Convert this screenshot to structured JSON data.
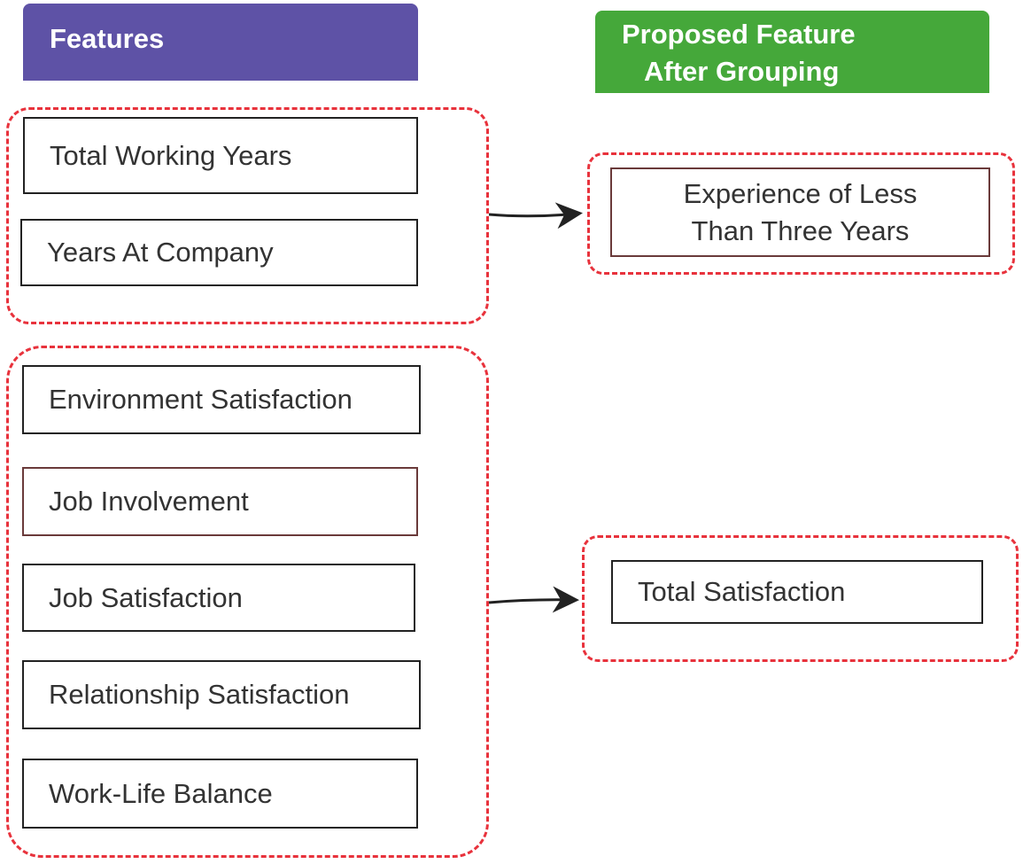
{
  "headers": {
    "features": "Features",
    "proposed_line1": "Proposed Feature",
    "proposed_line2": "After Grouping"
  },
  "groups": [
    {
      "features": [
        "Total Working Years",
        "Years At Company"
      ],
      "result_line1": "Experience of Less",
      "result_line2": "Than Three Years"
    },
    {
      "features": [
        "Environment Satisfaction",
        "Job Involvement",
        "Job Satisfaction",
        "Relationship Satisfaction",
        "Work-Life Balance"
      ],
      "result": "Total Satisfaction"
    }
  ],
  "colors": {
    "features_header": "#5e52a6",
    "proposed_header": "#45a83a",
    "group_border": "#e8323c"
  }
}
